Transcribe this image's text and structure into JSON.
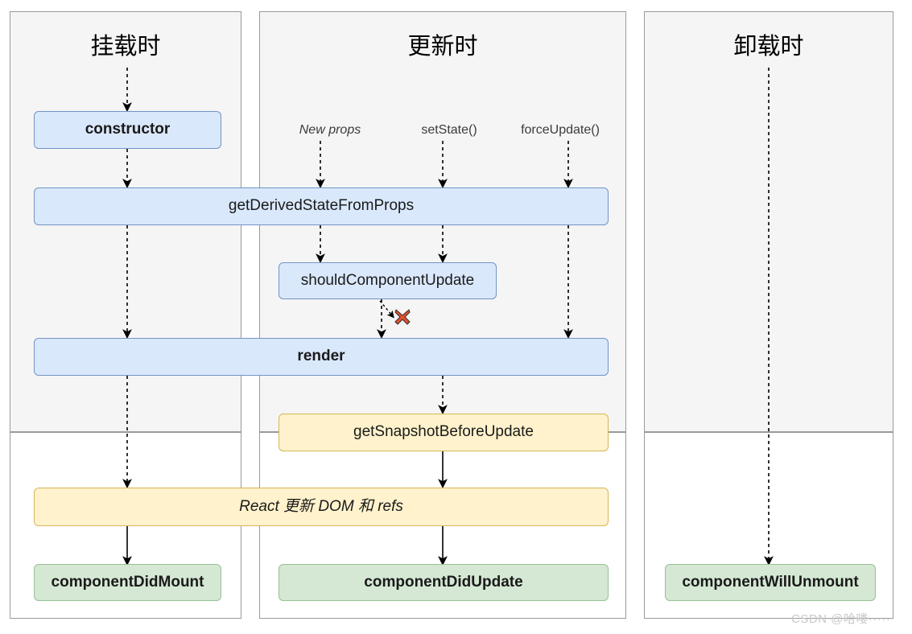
{
  "diagram": {
    "title_mount": "挂载时",
    "title_update": "更新时",
    "title_unmount": "卸载时",
    "phase_divider_label": "",
    "sources": {
      "new_props": "New props",
      "set_state": "setState()",
      "force_update": "forceUpdate()"
    },
    "nodes": {
      "constructor": "constructor",
      "get_derived_state_from_props": "getDerivedStateFromProps",
      "should_component_update": "shouldComponentUpdate",
      "render": "render",
      "get_snapshot_before_update": "getSnapshotBeforeUpdate",
      "react_updates_dom": "React 更新 DOM 和 refs",
      "component_did_mount": "componentDidMount",
      "component_did_update": "componentDidUpdate",
      "component_will_unmount": "componentWillUnmount"
    },
    "markers": {
      "abort_x": "x-mark"
    },
    "colors": {
      "blue_fill": "#dae8fc",
      "blue_stroke": "#7394c4",
      "yellow_fill": "#fff2cc",
      "yellow_stroke": "#d6b656",
      "green_fill": "#d5e8d4",
      "green_stroke": "#97c095",
      "panel_fill": "#f5f5f5",
      "panel_stroke": "#9a9a9a",
      "x_red": "#e8502a",
      "arrow_black": "#000000",
      "watermark_gray": "#c9c9c9"
    },
    "watermark": "CSDN @哈喽·····"
  }
}
